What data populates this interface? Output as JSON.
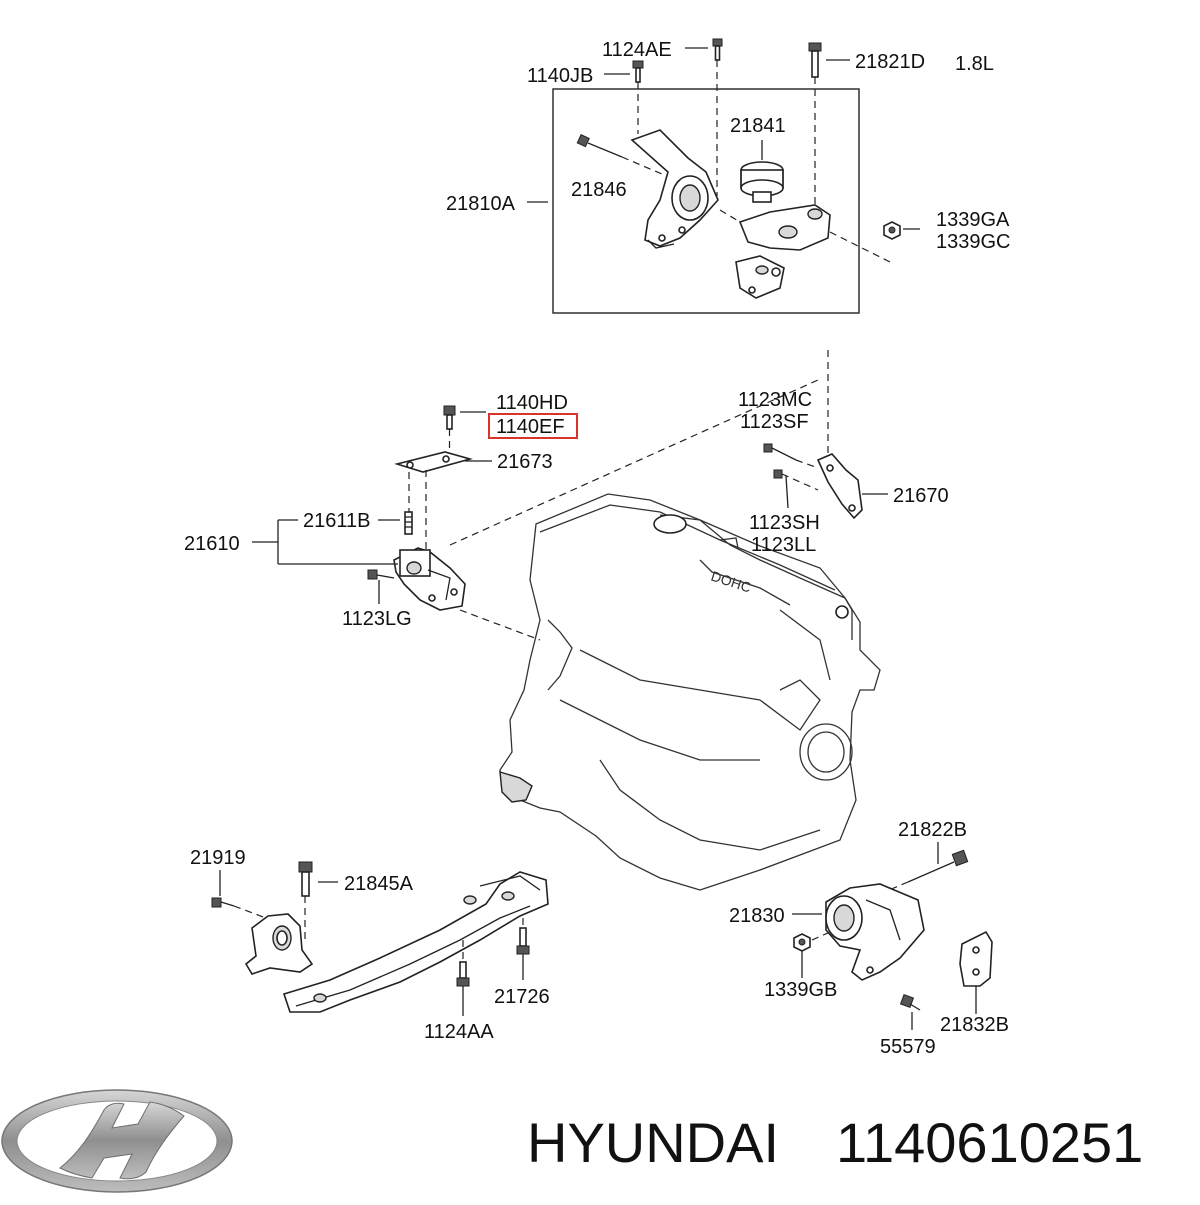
{
  "engine_label": "1.8L",
  "parts": {
    "p1124AE": "1124AE",
    "p1140JB": "1140JB",
    "p21821D": "21821D",
    "p21841": "21841",
    "p21846": "21846",
    "p21810A": "21810A",
    "p1339GA": "1339GA",
    "p1339GC": "1339GC",
    "p1140HD": "1140HD",
    "p1140EF": "1140EF",
    "p21673": "21673",
    "p21611B": "21611B",
    "p21610": "21610",
    "p1123LG": "1123LG",
    "p1123MC": "1123MC",
    "p1123SF": "1123SF",
    "p21670": "21670",
    "p1123SH": "1123SH",
    "p1123LL": "1123LL",
    "p21919": "21919",
    "p21845A": "21845A",
    "p21726": "21726",
    "p1124AA": "1124AA",
    "p21822B": "21822B",
    "p21830": "21830",
    "p1339GB": "1339GB",
    "p55579": "55579",
    "p21832B": "21832B"
  },
  "highlighted_part": "1140EF",
  "highlight_color": "#d9342b",
  "footer": {
    "brand": "HYUNDAI",
    "part_number": "1140610251"
  },
  "logo": {
    "name": "hyundai-logo",
    "color": "#9a9a9a"
  }
}
